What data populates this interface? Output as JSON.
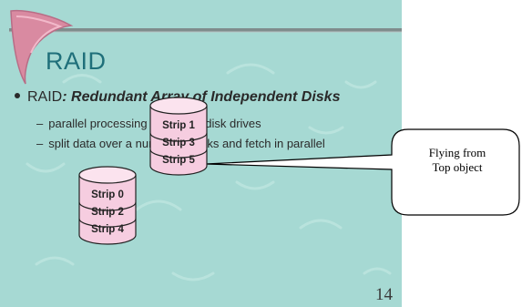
{
  "slide": {
    "title": "RAID",
    "bullet": {
      "prefix": "RAID",
      "sep": ": ",
      "emphasis": "Redundant Array of Independent Disks"
    },
    "subbullets": [
      {
        "dash": "–",
        "text": "parallel processing applied to disk drives"
      },
      {
        "dash": "–",
        "text": "split data over a number of disks and fetch in parallel"
      }
    ],
    "page_number": "14"
  },
  "disk_top": {
    "strips": [
      "Strip 1",
      "Strip 3",
      "Strip 5"
    ]
  },
  "disk_bottom": {
    "strips": [
      "Strip 0",
      "Strip 2",
      "Strip 4"
    ]
  },
  "callout": {
    "line1": "Flying from",
    "line2": "Top object"
  },
  "colors": {
    "slide_background": "#a6d9d3",
    "title": "#1f6f7a",
    "disk_fill": "#f6cde0",
    "boomerang": "#d98aa1",
    "rule": "#7f8c8c"
  }
}
